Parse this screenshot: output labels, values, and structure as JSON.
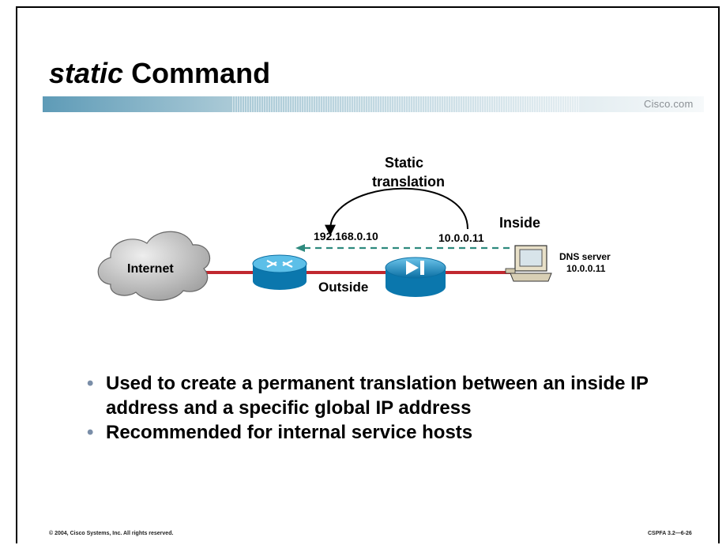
{
  "slide": {
    "title_keyword": "static",
    "title_rest": "Command",
    "brand": "Cisco.com"
  },
  "diagram": {
    "heading_line1": "Static",
    "heading_line2": "translation",
    "global_ip": "192.168.0.10",
    "local_ip": "10.0.0.11",
    "inside_label": "Inside",
    "outside_label": "Outside",
    "cloud_label": "Internet",
    "server_label_line1": "DNS server",
    "server_label_line2": "10.0.0.11",
    "link_color": "#c0282f",
    "arrow_color": "#2e8a7e",
    "device_color": "#1d8fc4"
  },
  "bullets": [
    "Used to create a permanent translation between an inside IP address and a specific global IP address",
    "Recommended for internal service hosts"
  ],
  "footer": {
    "copyright": "© 2004, Cisco Systems, Inc. All rights reserved.",
    "course_code": "CSPFA 3.2—6-26"
  }
}
